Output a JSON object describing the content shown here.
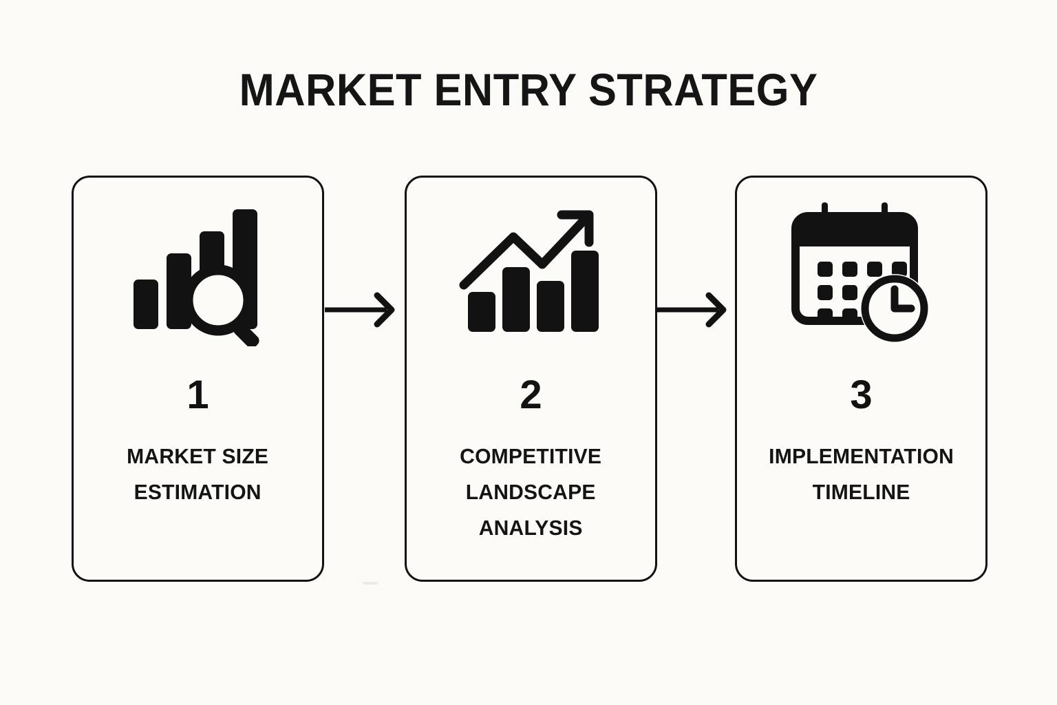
{
  "page": {
    "title": "MARKET ENTRY STRATEGY",
    "background_color": "#FBFAF6",
    "ink_color": "#111111"
  },
  "steps": [
    {
      "number": "1",
      "label": "MARKET SIZE ESTIMATION",
      "label_lines": [
        "MARKET SIZE",
        "ESTIMATION"
      ],
      "icon": "bar-chart-magnifier-icon"
    },
    {
      "number": "2",
      "label": "COMPETITIVE LANDSCAPE ANALYSIS",
      "label_lines": [
        "COMPETITIVE",
        "LANDSCAPE",
        "ANALYSIS"
      ],
      "icon": "growth-chart-arrow-icon"
    },
    {
      "number": "3",
      "label": "IMPLEMENTATION TIMELINE",
      "label_lines": [
        "IMPLEMENTATION",
        "TIMELINE"
      ],
      "icon": "calendar-clock-icon"
    }
  ],
  "connectors": [
    {
      "name": "arrow-right-icon",
      "from": "1",
      "to": "2"
    },
    {
      "name": "arrow-right-icon",
      "from": "2",
      "to": "3"
    }
  ]
}
